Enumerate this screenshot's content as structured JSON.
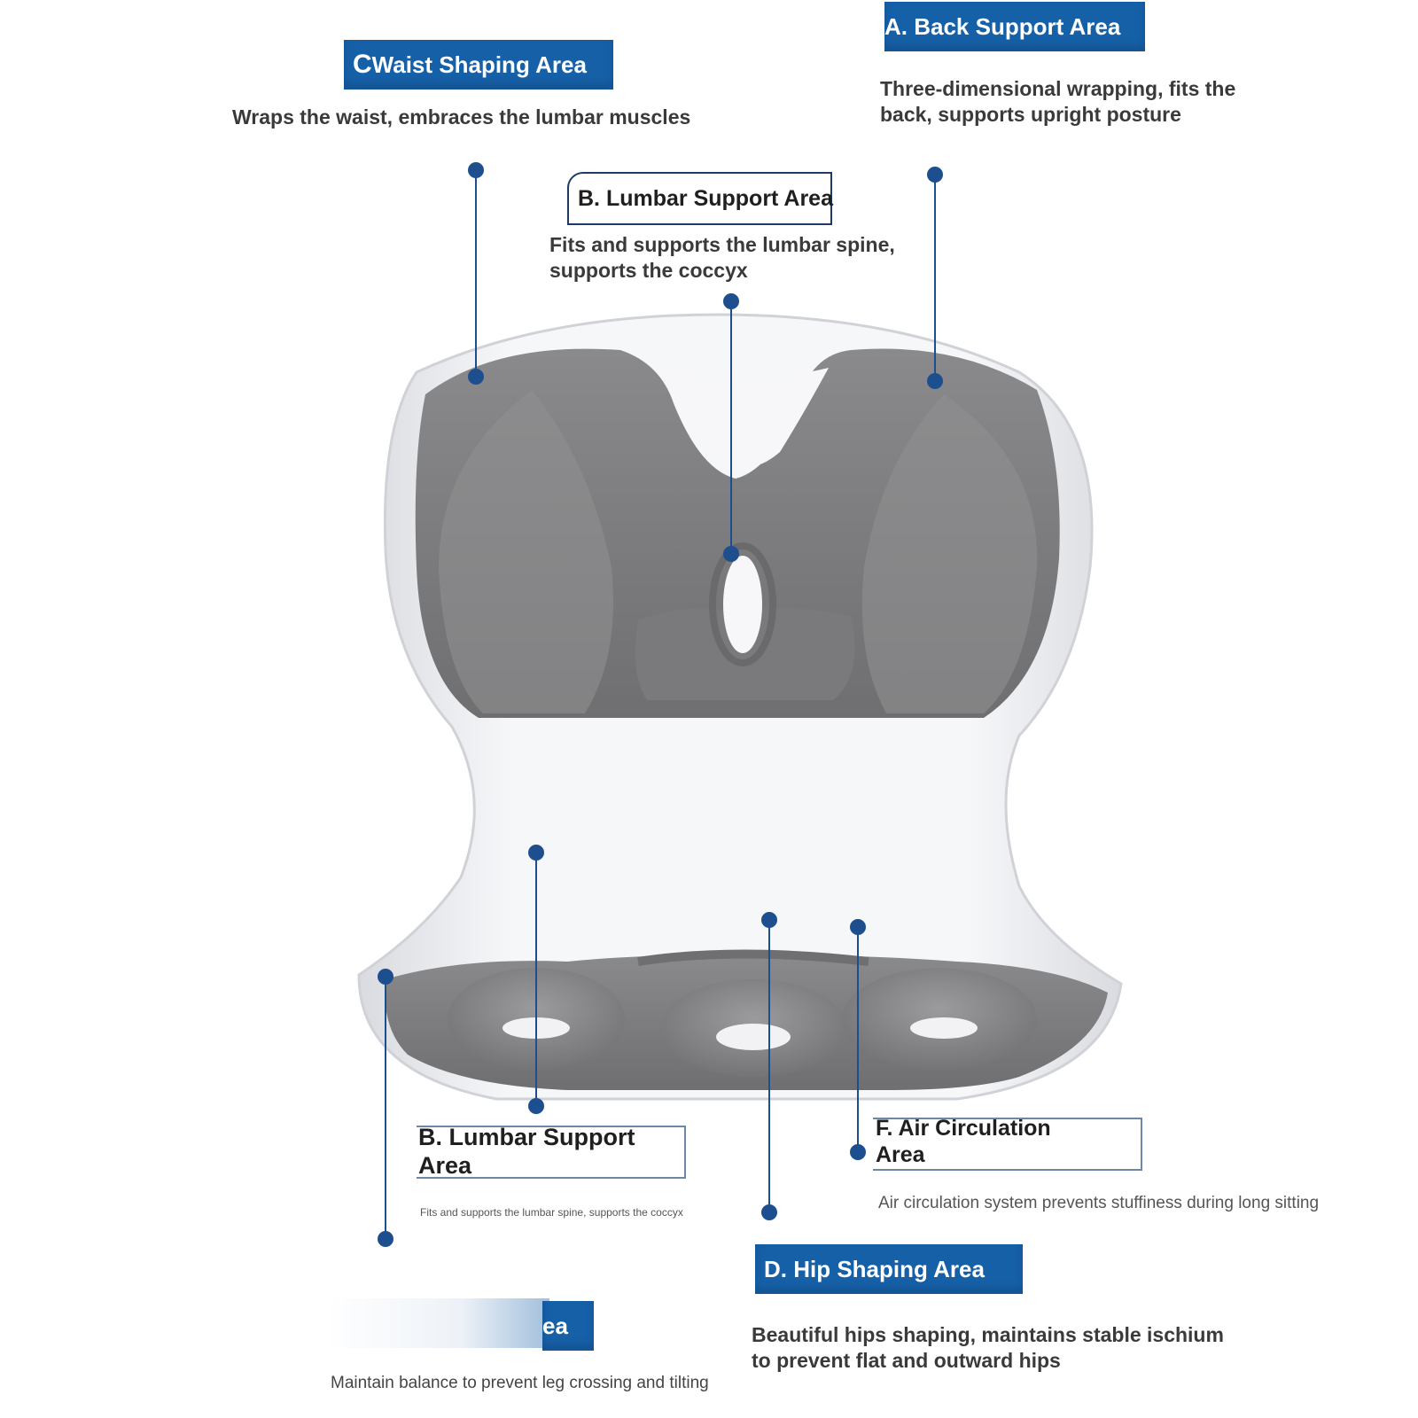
{
  "callouts": {
    "waist": {
      "title": "Waist Shaping Area",
      "desc": "Wraps the waist, embraces the lumbar muscles"
    },
    "back": {
      "title": "A. Back Support Area",
      "desc_line1": "Three-dimensional wrapping, fits the",
      "desc_line2": "back, supports upright posture"
    },
    "lumbar_top": {
      "title": "B. Lumbar Support Area",
      "desc_line1": "Fits and supports the lumbar spine,",
      "desc_line2": "supports the coccyx"
    },
    "lumbar_bottom": {
      "title_line1": "B. Lumbar Support",
      "title_line2": "Area",
      "desc": "Fits and supports the lumbar spine, supports the coccyx"
    },
    "air": {
      "title_line1": "F. Air Circulation",
      "title_line2": "Area",
      "desc": "Air circulation system prevents stuffiness during long sitting"
    },
    "hip": {
      "title": "D. Hip Shaping Area",
      "desc_line1": "Beautiful hips shaping, maintains stable ischium",
      "desc_line2": "to prevent flat and outward hips"
    },
    "balance": {
      "title_fragment": "ea",
      "desc": "Maintain balance to prevent leg crossing and tilting"
    }
  },
  "colors": {
    "accent_blue": "#1660a8",
    "line_blue": "#1d4f8f",
    "cushion_gray": "#7d7d7f",
    "shell_white": "#eeeff2"
  }
}
